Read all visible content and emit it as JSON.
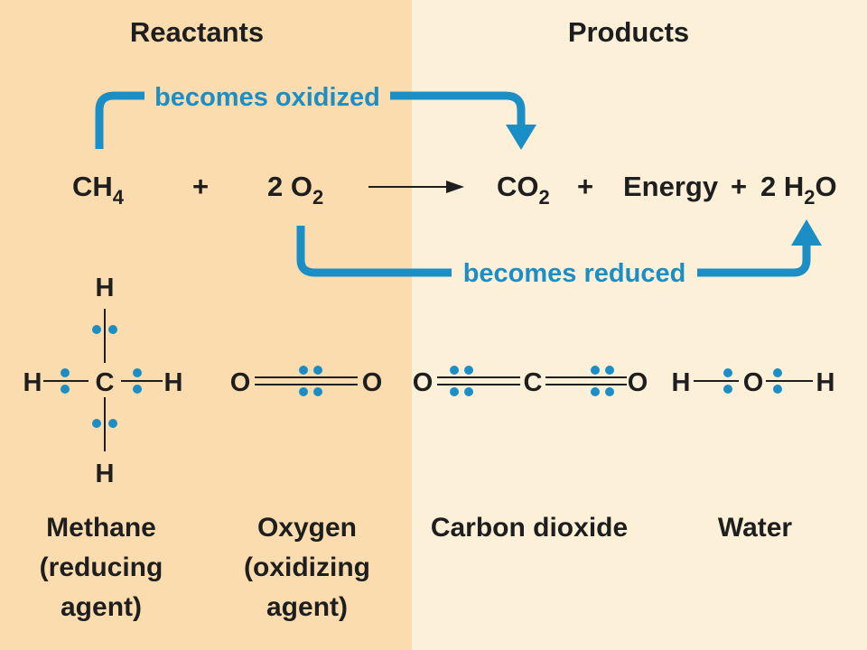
{
  "headers": {
    "reactants": "Reactants",
    "products": "Products"
  },
  "arrows": {
    "oxidized": "becomes oxidized",
    "reduced": "becomes reduced"
  },
  "equation": {
    "ch4": {
      "base": "CH",
      "sub": "4"
    },
    "plus": "+",
    "o2": {
      "coef": "2 O",
      "sub": "2"
    },
    "co2": {
      "base": "CO",
      "sub": "2"
    },
    "energy": "Energy",
    "h2o": {
      "coef": "2 H",
      "sub": "2",
      "tail": "O"
    }
  },
  "atoms": {
    "h": "H",
    "c": "C",
    "o": "O"
  },
  "labels": {
    "methane": [
      "Methane",
      "(reducing",
      "agent)"
    ],
    "oxygen": [
      "Oxygen",
      "(oxidizing",
      "agent)"
    ],
    "co2": "Carbon dioxide",
    "water": "Water"
  },
  "colors": {
    "reactant_bg": "#fbdcae",
    "product_bg": "#fdf0d8",
    "arrow_blue": "#1a8ec5",
    "electron_dot": "#1a8ec5",
    "text": "#1e1e1e"
  }
}
